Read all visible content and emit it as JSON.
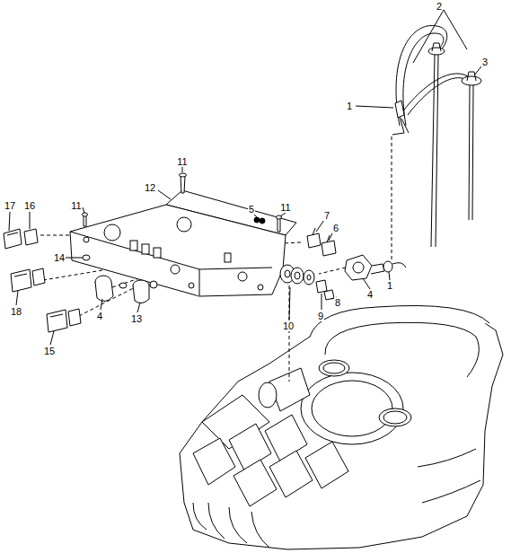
{
  "diagram": {
    "labels": [
      "2",
      "3",
      "1",
      "11",
      "12",
      "11",
      "5",
      "11",
      "7",
      "6",
      "17",
      "16",
      "14",
      "4",
      "1",
      "18",
      "4",
      "13",
      "10",
      "9",
      "8",
      "15"
    ]
  }
}
